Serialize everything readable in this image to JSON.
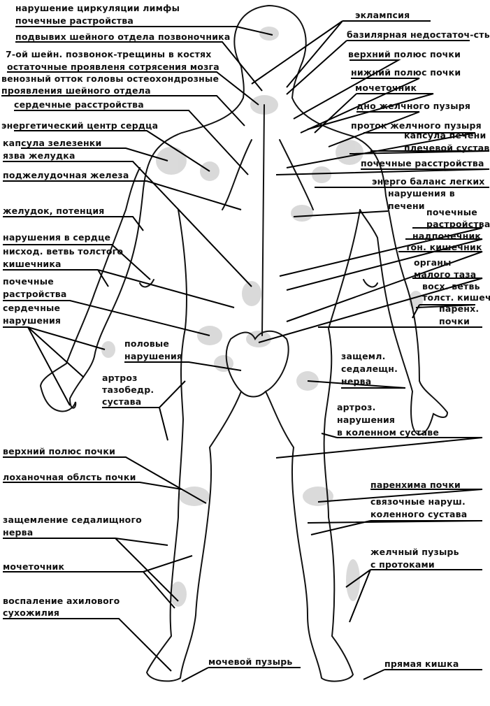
{
  "left": [
    "нарушение циркуляции лимфы",
    "почечные растройства",
    "подвывих шейного отдела позвоночника",
    "7-ой шейн. позвонок-трещины в костях",
    "остаточные проявленя сотрясения мозга",
    "венозный отток головы остеохондрозные",
    "проявления шейного отдела",
    "сердечные расстройства",
    "энергетический центр сердца",
    "капсула зелезенки",
    "язва желудка",
    "поджелудочная железа",
    "желудок, потенция",
    "нарушения в сердце",
    "нисход. ветвь толстого",
    "кишечника",
    "почечные",
    "растройства",
    "сердечные",
    "нарушения",
    "половые",
    "нарушения",
    "артроз",
    "тазобедр.",
    "сустава",
    "верхний полюс почки",
    "лоханочная облсть почки",
    "защемление седалищного",
    "нерва",
    "мочеточник",
    "воспаление ахилового",
    "сухожилия",
    "мочевой пузырь"
  ],
  "right": [
    "эклампсия",
    "базилярная недостаточ-сть",
    "верхний полюс почки",
    "нижний полюс почки",
    "мочеточник",
    "дно желчного пузыря",
    "проток желчного пузыря",
    "капсула печени",
    "плечевой сустав",
    "почечные расстройства",
    "энерго баланс легких",
    "нарушения в",
    "печени",
    "почечные",
    "растройства",
    "надпочечник",
    "тон. кишечник",
    "органы",
    "малого таза",
    "восх. ветвь",
    "толст. кишеч.",
    "паренх.",
    "почки",
    "защемл.",
    "седалещн.",
    "нерва",
    "артроз.",
    "нарушения",
    "в коленном суставе",
    "паренхима почки",
    "связочные наруш.",
    "коленного сустава",
    "желчный пузырь",
    "с протоками",
    "прямая кишка"
  ]
}
